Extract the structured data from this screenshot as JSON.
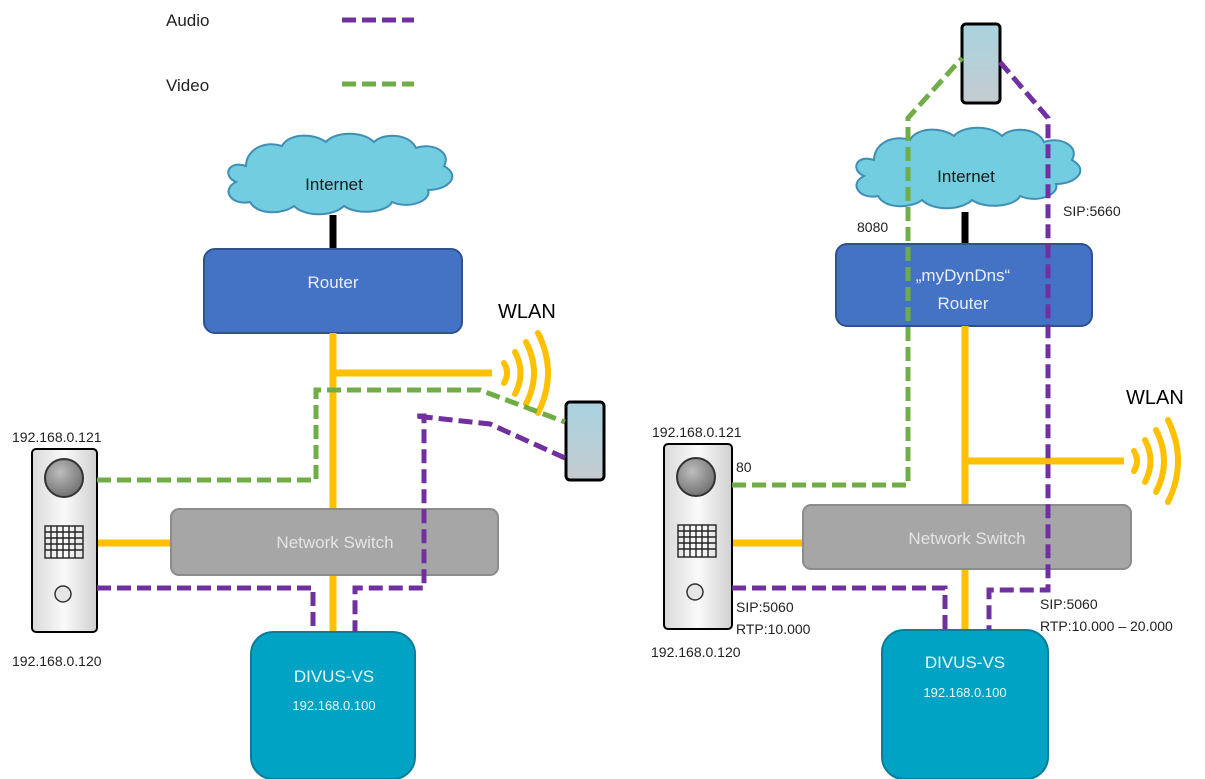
{
  "legend": {
    "audio_label": "Audio",
    "video_label": "Video",
    "audio_color": "#7030a0",
    "video_color": "#70ad47"
  },
  "colors": {
    "ethernet": "#ffc000",
    "router": "#4472c4",
    "switch": "#a6a6a6",
    "divus": "#00a3c4",
    "cloud": "#72cde0"
  },
  "left": {
    "internet": "Internet",
    "router": "Router",
    "wlan": "WLAN",
    "switch": "Network Switch",
    "divus_name": "DIVUS-VS",
    "divus_ip": "192.168.0.100",
    "doorstation_ip_top": "192.168.0.121",
    "doorstation_ip_bottom": "192.168.0.120"
  },
  "right": {
    "internet": "Internet",
    "router_line1": "„myDynDns“",
    "router_line2": "Router",
    "port_8080": "8080",
    "sip_5660": "SIP:5660",
    "wlan": "WLAN",
    "switch": "Network Switch",
    "divus_name": "DIVUS-VS",
    "divus_ip": "192.168.0.100",
    "doorstation_ip_top": "192.168.0.121",
    "doorstation_ip_bottom": "192.168.0.120",
    "port_80": "80",
    "sip_5060_left": "SIP:5060",
    "rtp_left": "RTP:10.000",
    "sip_5060_right": "SIP:5060",
    "rtp_right": "RTP:10.000 – 20.000"
  }
}
